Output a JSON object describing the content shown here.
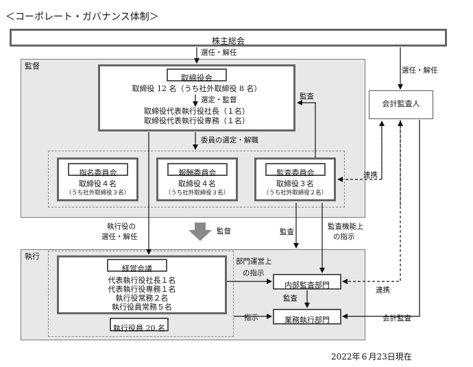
{
  "title": "＜コーポレート・ガバナンス体制＞",
  "shareholders_meeting": "株主総会",
  "appoint_dismiss_top": "選任・解任",
  "appoint_dismiss_right": "選任・解任",
  "supervision_region_label": "監督",
  "board": {
    "title": "取締役会",
    "line1": "取締役 12 名（うち社外取締役 8 名）",
    "select_supervise": "選定・監督",
    "line2": "取締役代表執行役社長（１名）",
    "line3": "取締役代表執行役専務（１名）"
  },
  "committee_select": "委員の選定・解職",
  "audit_arrow_label": "監査",
  "auditor": "会計監査人",
  "cooperation_1": "連携",
  "committees": [
    {
      "title": "指名委員会",
      "line1": "取締役４名",
      "line2": "（うち社外取締役３名）"
    },
    {
      "title": "報酬委員会",
      "line1": "取締役４名",
      "line2": "（うち社外取締役３名）"
    },
    {
      "title": "監査委員会",
      "line1": "取締役３名",
      "line2": "（うち社外取締役２名）"
    }
  ],
  "exec_appoint_1": "執行役の",
  "exec_appoint_2": "選任・解任",
  "big_arrow_label": "監督",
  "audit_label_2": "監査",
  "audit_func_1": "監査機能上",
  "audit_func_2": "の指示",
  "execution_region_label": "執行",
  "management": {
    "title": "経営会議",
    "line1": "代表執行役社長１名",
    "line2": "代表執行役専務１名",
    "line3": "執行役常務２名",
    "line4": "執行役員常務５名"
  },
  "exec_officers": "執行役員 20 名",
  "dept_instr_1": "部門運営上",
  "dept_instr_2": "の指示",
  "internal_audit": "内部監査部門",
  "audit_label_3": "監査",
  "instruction": "指示",
  "business_exec": "業務執行部門",
  "cooperation_2": "連携",
  "accounting_audit": "会計監査",
  "date": "2022年６月23日現在"
}
